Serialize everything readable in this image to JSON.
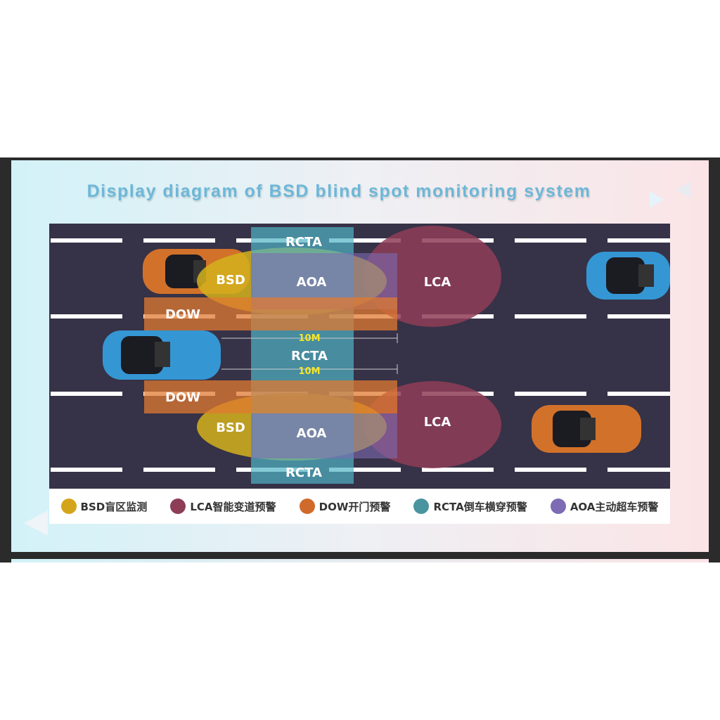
{
  "title": "Display diagram of BSD blind spot monitoring system",
  "zones": {
    "rcta": "RCTA",
    "aoa": "AOA",
    "lca": "LCA",
    "bsd": "BSD",
    "dow": "DOW",
    "distance": "10M"
  },
  "legend": [
    {
      "label": "BSD盲区监测",
      "color": "#d4a51c"
    },
    {
      "label": "LCA智能变道预警",
      "color": "#8e3d57"
    },
    {
      "label": "DOW开门预警",
      "color": "#d06a2a"
    },
    {
      "label": "RCTA倒车横穿预警",
      "color": "#4a93a0"
    },
    {
      "label": "AOA主动超车预警",
      "color": "#7d6bb3"
    }
  ],
  "colors": {
    "road": "#363247",
    "title": "#6db7d8"
  }
}
